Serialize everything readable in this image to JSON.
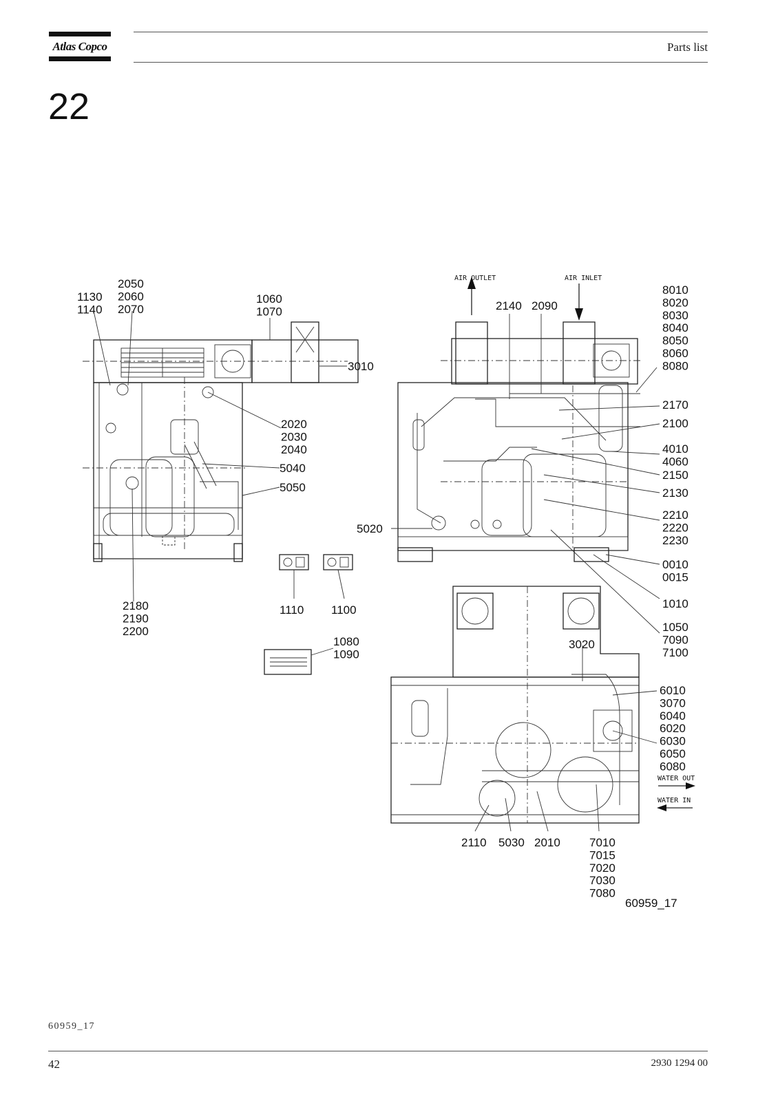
{
  "header": {
    "brand": "Atlas Copco",
    "title": "Parts list"
  },
  "section": {
    "number": "22"
  },
  "drawing": {
    "figure_code": "60959_17",
    "flow_labels": {
      "air_outlet": "AIR OUTLET",
      "air_inlet": "AIR INLET",
      "water_out": "WATER OUT",
      "water_in": "WATER IN"
    },
    "callouts": {
      "c2050": [
        "2050",
        "2060",
        "2070"
      ],
      "c1130": [
        "1130",
        "1140"
      ],
      "c1060": [
        "1060",
        "1070"
      ],
      "c3010": [
        "3010"
      ],
      "c2020": [
        "2020",
        "2030",
        "2040"
      ],
      "c5040": [
        "5040"
      ],
      "c5050": [
        "5050"
      ],
      "c2180": [
        "2180",
        "2190",
        "2200"
      ],
      "c1110": [
        "1110"
      ],
      "c1100": [
        "1100"
      ],
      "c1080": [
        "1080",
        "1090"
      ],
      "c2140": [
        "2140"
      ],
      "c2090": [
        "2090"
      ],
      "c8010": [
        "8010",
        "8020",
        "8030",
        "8040",
        "8050",
        "8060",
        "8080"
      ],
      "c2170": [
        "2170"
      ],
      "c2100": [
        "2100"
      ],
      "c4010": [
        "4010",
        "4060"
      ],
      "c2150": [
        "2150"
      ],
      "c2130": [
        "2130"
      ],
      "c2210": [
        "2210",
        "2220",
        "2230"
      ],
      "c5020": [
        "5020"
      ],
      "c0010": [
        "0010",
        "0015"
      ],
      "c1010": [
        "1010"
      ],
      "c1050": [
        "1050",
        "7090",
        "7100"
      ],
      "c3020": [
        "3020"
      ],
      "c6010": [
        "6010",
        "3070",
        "6040",
        "6020",
        "6030",
        "6050",
        "6080"
      ],
      "c2110": [
        "2110"
      ],
      "c5030": [
        "5030"
      ],
      "c2010": [
        "2010"
      ],
      "c7010": [
        "7010",
        "7015",
        "7020",
        "7030",
        "7080"
      ]
    }
  },
  "footer": {
    "code": "60959_17",
    "page": "42",
    "doc_number": "2930 1294 00"
  }
}
